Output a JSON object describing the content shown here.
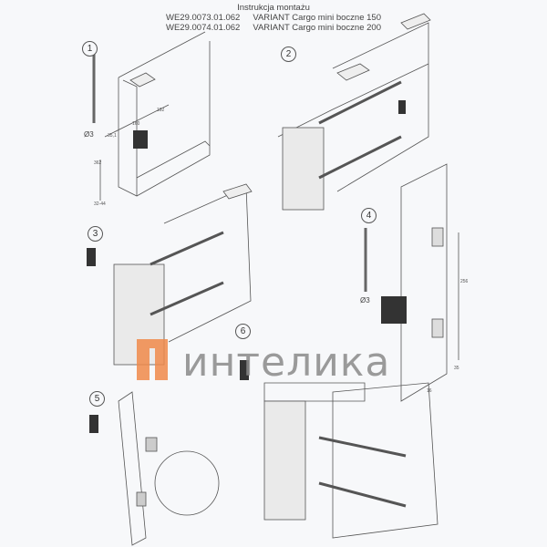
{
  "header": {
    "title": "Instrukcja montażu",
    "items": [
      {
        "code": "WE29.0073.01.062",
        "name": "VARIANT Cargo mini boczne 150"
      },
      {
        "code": "WE29.0074.01.062",
        "name": "VARIANT Cargo mini boczne 200"
      }
    ]
  },
  "steps": [
    "1",
    "2",
    "3",
    "4",
    "5",
    "6"
  ],
  "drill_label": "Ø3",
  "dimensions": {
    "step1": [
      "35,1",
      "160",
      "192",
      "362",
      "32-44"
    ],
    "step4": [
      "256",
      "35",
      "16"
    ]
  },
  "watermark": {
    "text": "интелика",
    "accent": "#f08a4b"
  },
  "colors": {
    "line": "#555555",
    "paper": "#f7f8fa"
  }
}
